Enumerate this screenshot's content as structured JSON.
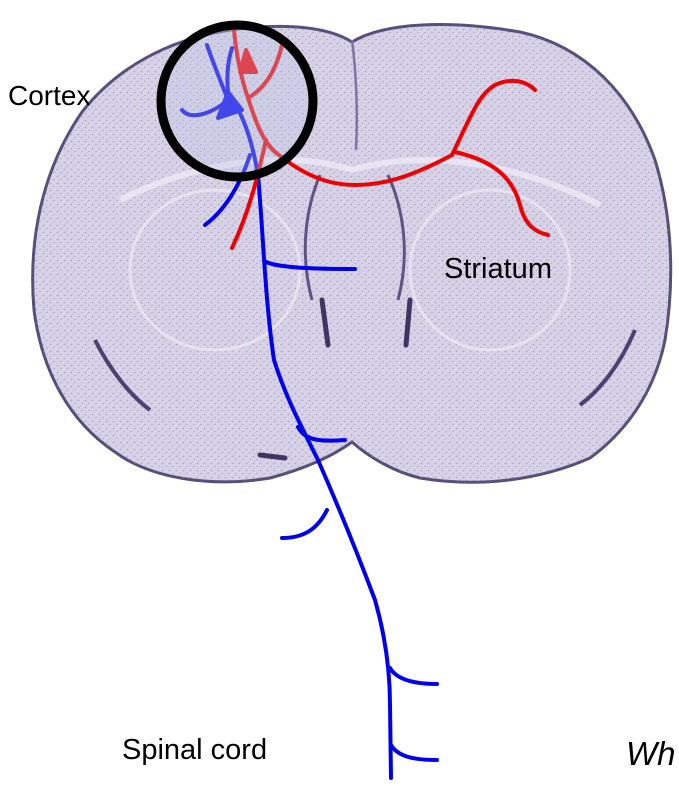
{
  "labels": {
    "cortex": "Cortex",
    "striatum": "Striatum",
    "spinal_cord": "Spinal cord",
    "partial_text": "Wh"
  },
  "colors": {
    "background": "#ffffff",
    "tissue_fill": "#d8d2e6",
    "tissue_stroke": "#55507a",
    "tissue_texture": "#8a80ad",
    "cortical_projection": "#0000ee",
    "striatal_projection": "#ee0000",
    "highlight_circle": "#000000"
  }
}
